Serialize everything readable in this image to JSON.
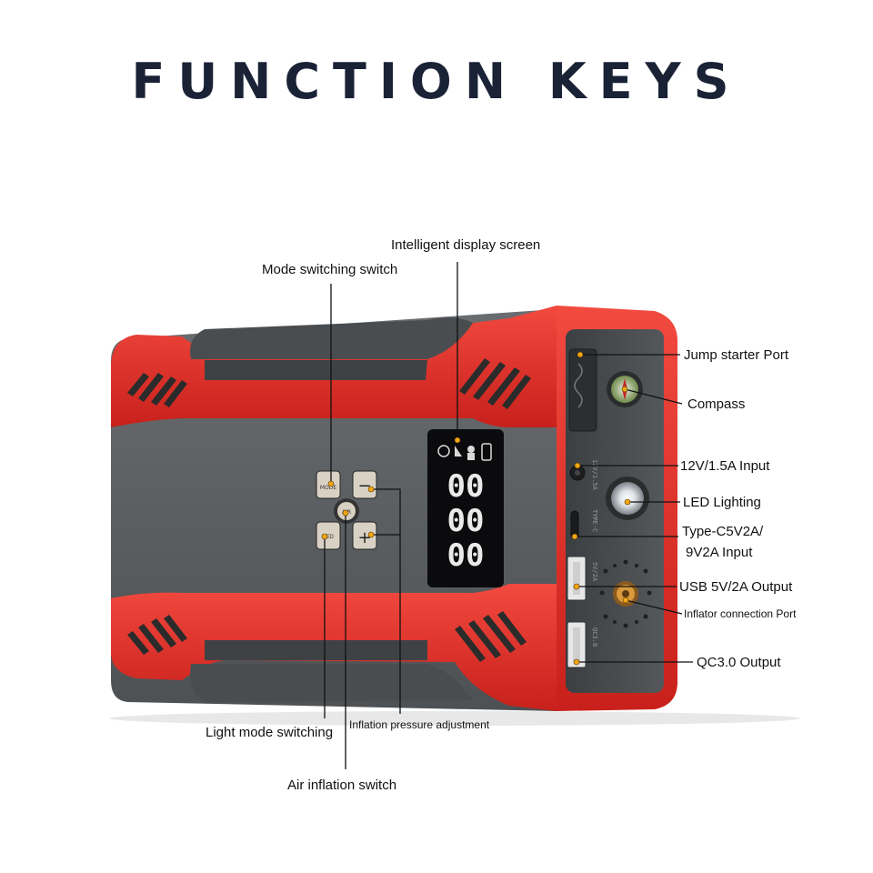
{
  "title": "FUNCTION KEYS",
  "device": {
    "mode_key_text": "MODE",
    "light_key_text": "LED",
    "center_key_text": "AIR",
    "minus_key_text": "−",
    "plus_key_text": "+",
    "display_digits": [
      "00",
      "00",
      "00"
    ],
    "port_labels": {
      "dc_input": "12V/1.5A",
      "typec": "TYPE-C",
      "usb": "5V/2A",
      "qc": "QC3.0"
    }
  },
  "callouts": {
    "display_screen": "Intelligent display screen",
    "mode_switch": "Mode switching switch",
    "jump_starter": "Jump starter Port",
    "compass": "Compass",
    "dc_input": "12V/1.5A Input",
    "led_lighting": "LED Lighting",
    "typec_line1": "Type-C5V2A/",
    "typec_line2": "9V2A Input",
    "usb_output": "USB 5V/2A Output",
    "inflator_port": "Inflator connection Port",
    "qc_output": "QC3.0 Output",
    "light_mode": "Light mode switching",
    "inflation_pressure": "Inflation pressure adjustment",
    "air_inflation": "Air inflation switch"
  },
  "colors": {
    "title": "#1a2236",
    "shell_red": "#e8302a",
    "body_gray": "#5c5f62",
    "screen_black": "#0b0b0d",
    "leader_dot": "#f2a516"
  }
}
